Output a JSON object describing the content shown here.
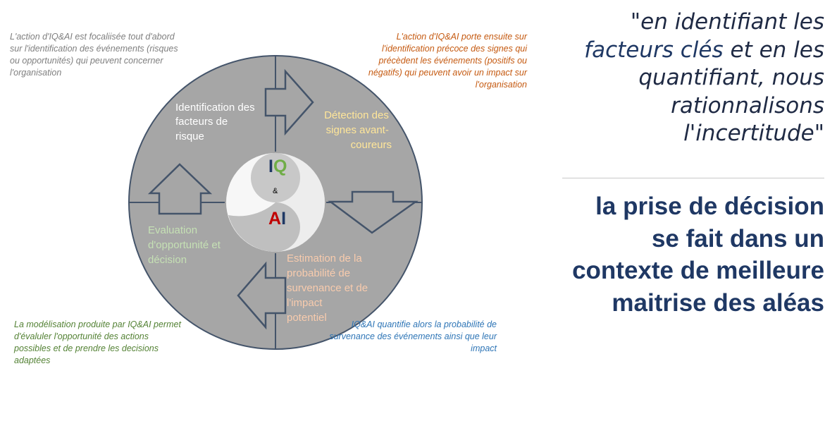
{
  "diagram": {
    "center": {
      "letter_i": "I",
      "letter_q": "Q",
      "ampersand": "&",
      "letter_a": "A",
      "letter_i2": "I"
    },
    "quadrants": {
      "top_left": [
        "Identification des",
        "facteurs de",
        "risque"
      ],
      "top_right": [
        "Détection des",
        "signes avant-",
        "coureurs"
      ],
      "bottom_left": [
        "Evaluation",
        "d'opportunité et",
        "décision"
      ],
      "bottom_right": [
        "Estimation de la",
        "probabilité de",
        "survenance et de",
        "l'impact",
        "potentiel"
      ]
    },
    "colors": {
      "circle": "#a6a6a6",
      "outline": "#44546a",
      "q_top_left": "#ffffff",
      "q_top_right": "#ffe699",
      "q_bottom_left": "#c5e0b4",
      "q_bottom_right": "#f8cbad",
      "letter_q": "#70ad47",
      "letter_a": "#c00000",
      "letter_i": "#1f3864"
    }
  },
  "notes": {
    "top_left": "L'action d'IQ&AI est focaliisée tout d'abord sur l'identification des événements (risques ou opportunités) qui peuvent concerner l'organisation",
    "top_right": "L'action d'IQ&AI porte ensuite sur l'identification précoce des signes qui précèdent les événements (positifs ou négatifs) qui peuvent avoir un impact sur l'organisation",
    "bottom_left": "La modélisation produite par IQ&AI permet d'évaluler l'opportunité des actions possibles et de prendre les decisions adaptées",
    "bottom_right": "IQ&AI quantifie alors la probabilité de survenance des événements ainsi que leur impact"
  },
  "quote": {
    "open": "\"en identifiant les",
    "highlight": "facteurs clés",
    "rest": " et en les quantifiant, nous rationnalisons l'incertitude\""
  },
  "conclusion": "la prise de décision se fait dans un contexte de meilleure maitrise des aléas"
}
